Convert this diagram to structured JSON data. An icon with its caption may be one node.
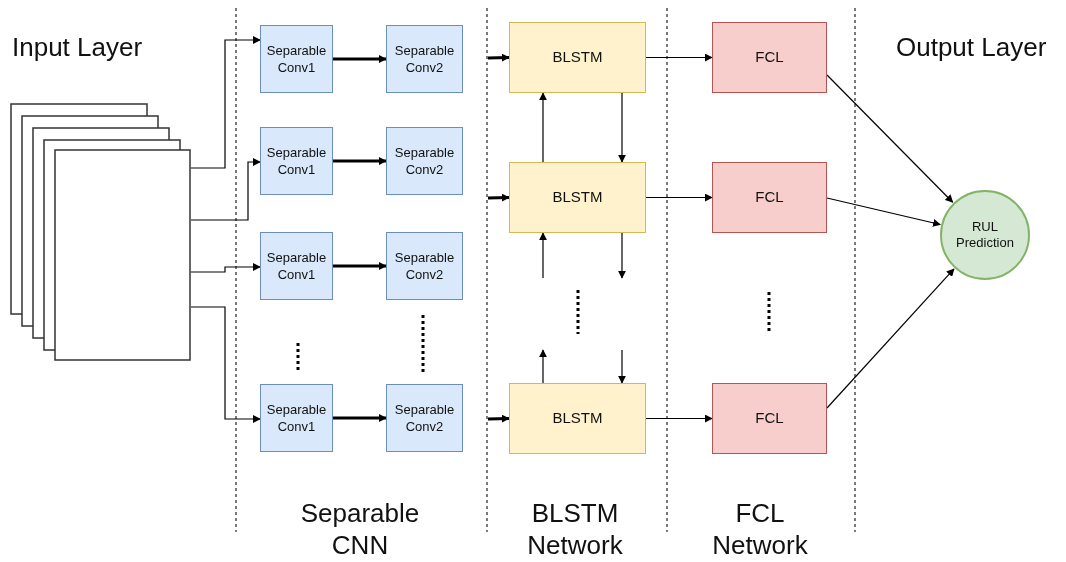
{
  "diagram": {
    "nodes": [
      {
        "text": [],
        "shape": "box"
      },
      {
        "text": [
          "Separable Conv1"
        ]
      },
      {
        "text": [
          "Separable Conv1"
        ]
      },
      {
        "text": [
          "Separable Conv1"
        ]
      },
      {
        "text": [
          "Separable Conv1"
        ]
      },
      {
        "text": [
          "Separable Conv2"
        ]
      },
      {
        "text": [
          "Separable Conv2"
        ]
      },
      {
        "text": [
          "Separable Conv2"
        ]
      },
      {
        "text": [
          "Separable Conv2"
        ]
      },
      {
        "text": [
          "BLSTM"
        ]
      },
      {
        "text": [
          "BLSTM"
        ]
      },
      {
        "text": [
          "BLSTM"
        ]
      },
      {
        "text": [
          "FCL"
        ]
      },
      {
        "text": [
          "FCL"
        ]
      },
      {
        "text": [
          "FCL"
        ]
      },
      {
        "text": [
          "RUL Prediction"
        ]
      }
    ],
    "edges": [
      {
        "from": 0,
        "to": 1,
        "arrow": "to"
      },
      {
        "from": 0,
        "to": 2,
        "arrow": "to"
      },
      {
        "from": 0,
        "to": 3,
        "arrow": "to"
      },
      {
        "from": 0,
        "to": 4,
        "arrow": "to"
      },
      {
        "from": 1,
        "to": 5,
        "arrow": "to",
        "style": "thick"
      },
      {
        "from": 2,
        "to": 6,
        "arrow": "to",
        "style": "thick"
      },
      {
        "from": 3,
        "to": 7,
        "arrow": "to",
        "style": "thick"
      },
      {
        "from": 4,
        "to": 8,
        "arrow": "to",
        "style": "thick"
      },
      {
        "from": null,
        "to": 9,
        "arrow": "to",
        "style": "thick"
      },
      {
        "from": null,
        "to": 10,
        "arrow": "to",
        "style": "thick"
      },
      {
        "from": null,
        "to": 11,
        "arrow": "to",
        "style": "thick"
      },
      {
        "from": 10,
        "to": 9,
        "arrow": "to"
      },
      {
        "from": 9,
        "to": 10,
        "arrow": "to"
      },
      {
        "from": null,
        "to": 10,
        "arrow": "to"
      },
      {
        "from": 10,
        "to": null,
        "arrow": "to"
      },
      {
        "from": 11,
        "to": null,
        "arrow": "to"
      },
      {
        "from": null,
        "to": 11,
        "arrow": "to"
      },
      {
        "from": 9,
        "to": 12,
        "arrow": "to"
      },
      {
        "from": 10,
        "to": 13,
        "arrow": "to"
      },
      {
        "from": 11,
        "to": 14,
        "arrow": "to"
      },
      {
        "from": 12,
        "to": 15,
        "arrow": "to"
      },
      {
        "from": 13,
        "to": 15,
        "arrow": "to"
      },
      {
        "from": 14,
        "to": 15,
        "arrow": "to"
      }
    ],
    "labels": [
      "Input Layer",
      "Output Layer",
      "Separable CNN",
      "BLSTM Network",
      "FCL Network"
    ]
  }
}
